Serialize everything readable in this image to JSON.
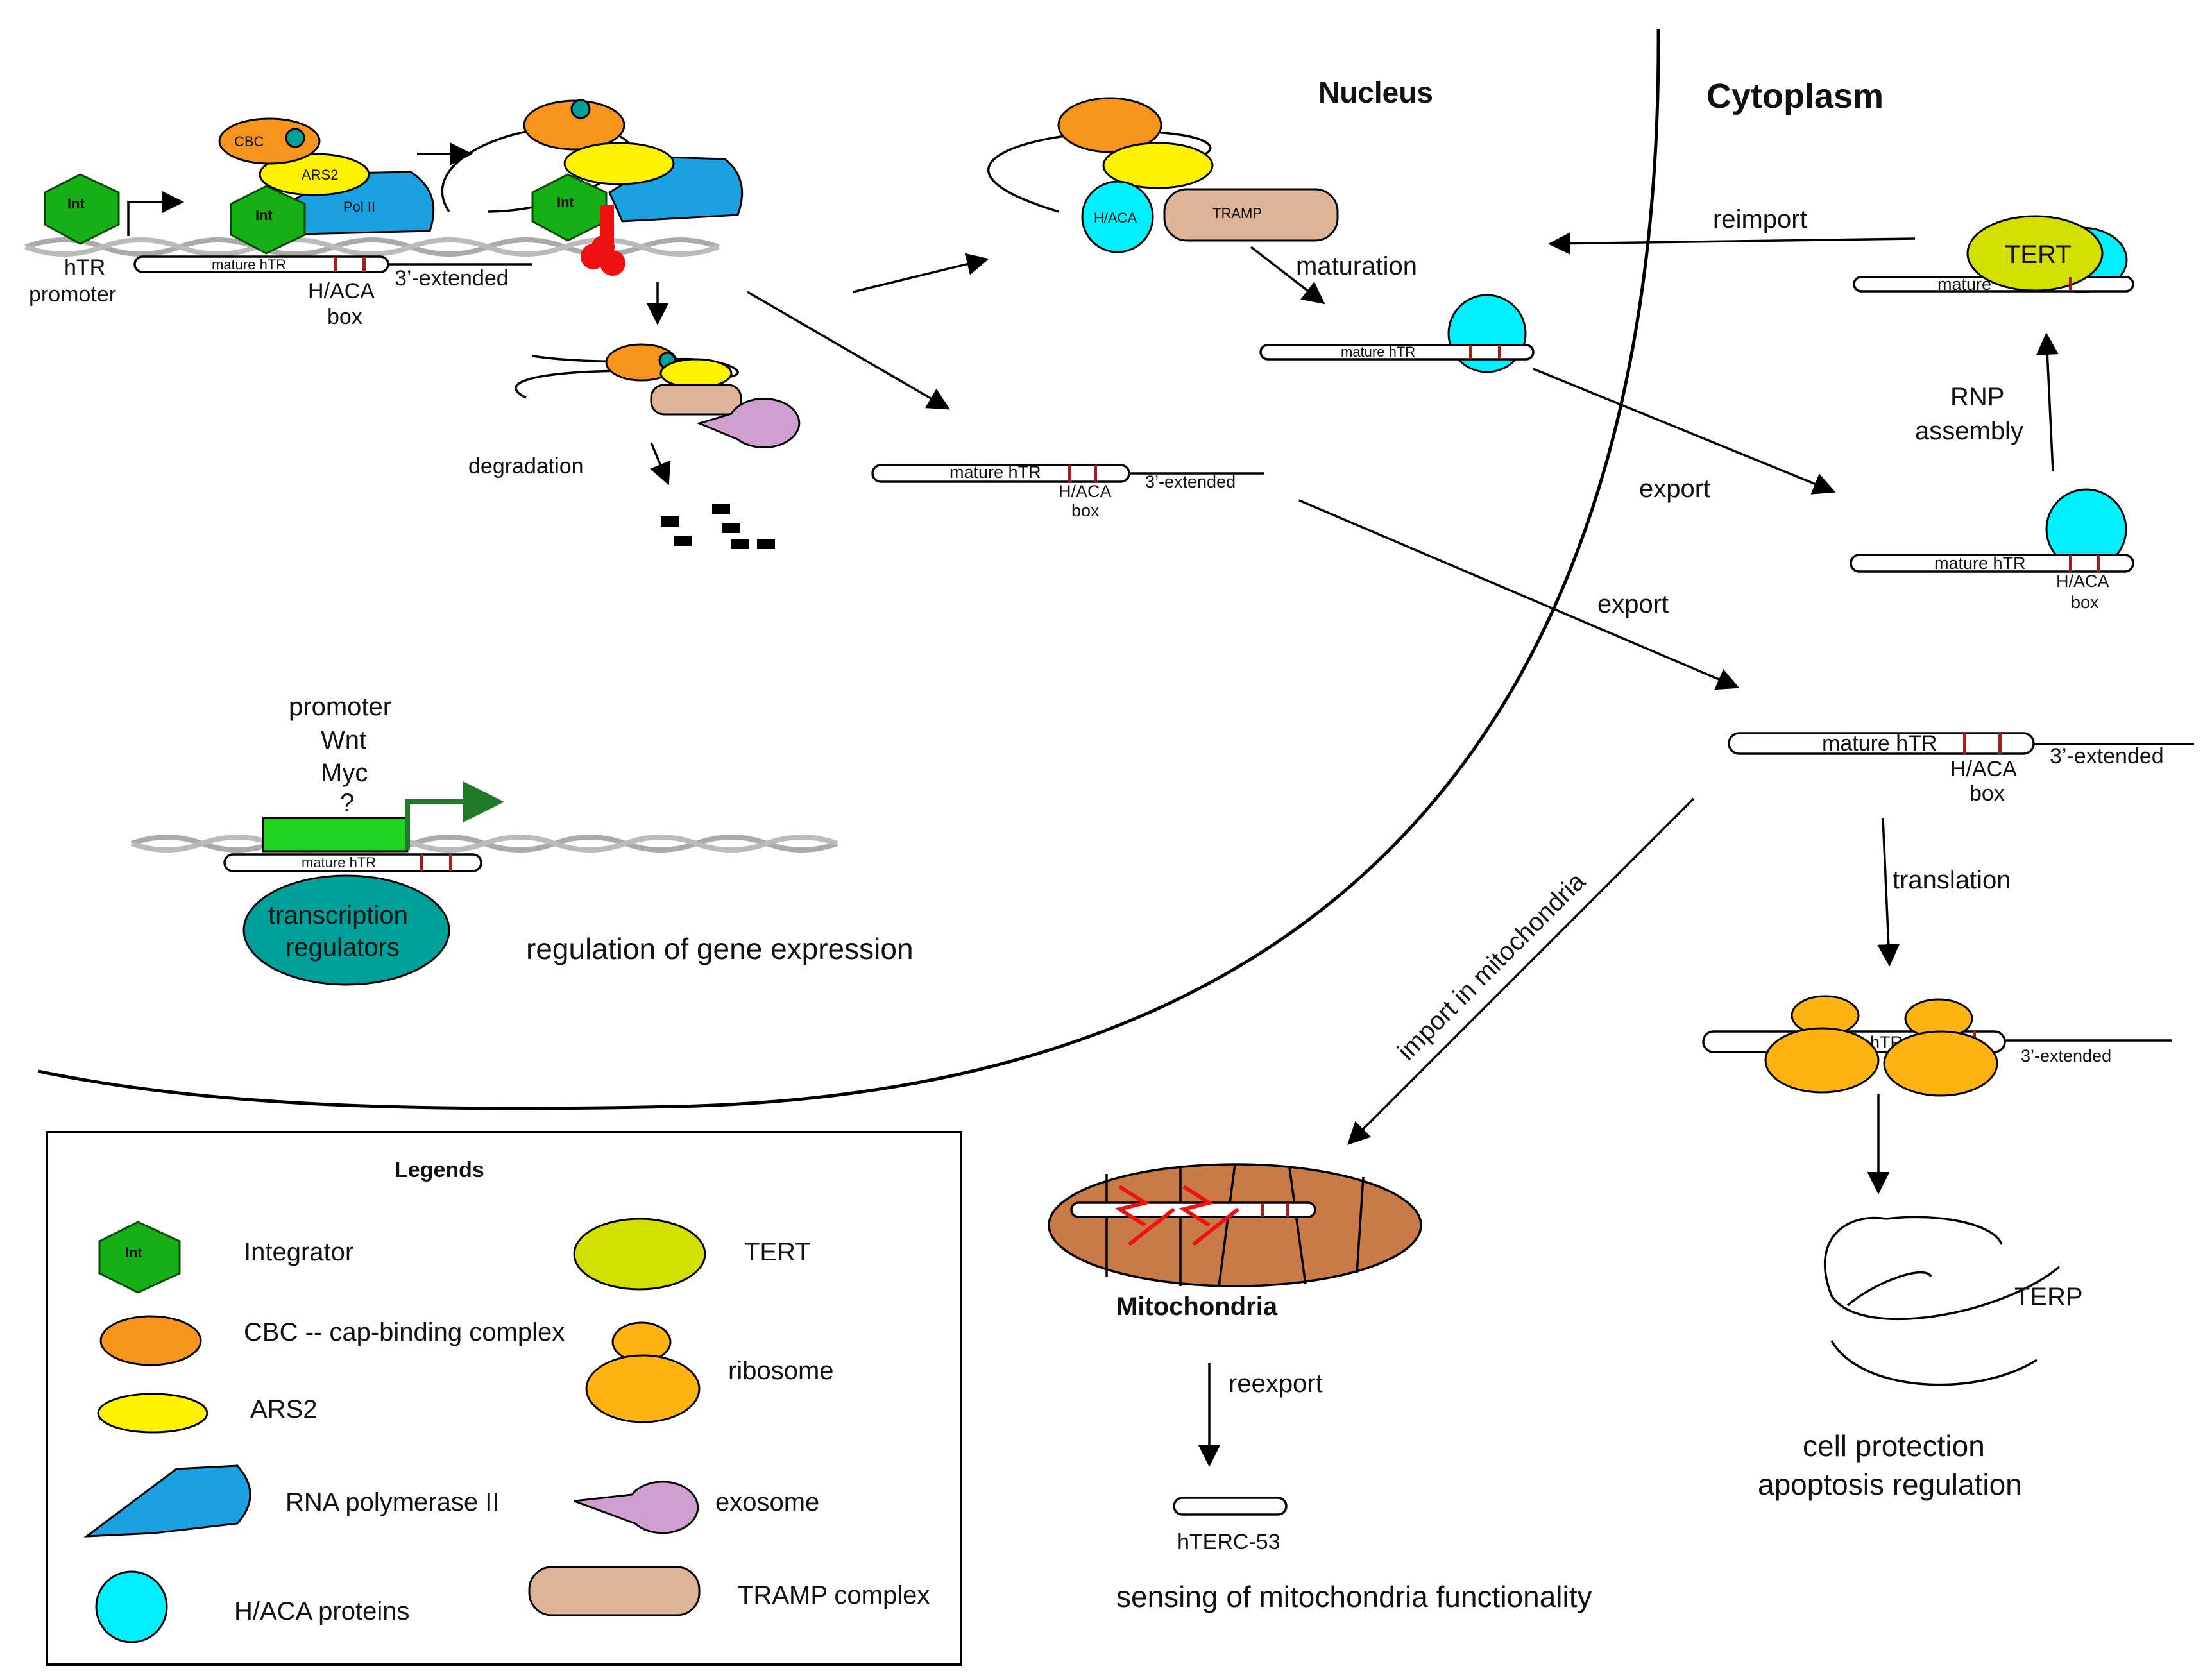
{
  "regions": {
    "nucleus": "Nucleus",
    "cytoplasm": "Cytoplasm"
  },
  "labels": {
    "htr_promoter_1": "hTR",
    "htr_promoter_2": "promoter",
    "haca_box_1": "H/ACA",
    "haca_box_2": "box",
    "three_extended": "3’-extended",
    "mature_htr": "mature hTR",
    "int": "Int",
    "cbc": "CBC",
    "ars2": "ARS2",
    "pol2": "Pol II",
    "haca": "H/ACA",
    "tramp": "TRAMP",
    "tert": "TERT",
    "mature_cut": "mature",
    "htr_cut": "hTR",
    "degradation": "degradation",
    "maturation": "maturation",
    "reimport": "reimport",
    "rnp_assembly_1": "RNP",
    "rnp_assembly_2": "assembly",
    "export_1": "export",
    "export_2": "export",
    "translation": "translation",
    "import_mito": "import in mitochondria",
    "mitochondria": "Mitochondria",
    "reexport": "reexport",
    "hterc53": "hTERC-53",
    "sensing": "sensing of mitochondria functionality",
    "terp": "TERP",
    "cell_protection_1": "cell protection",
    "cell_protection_2": "apoptosis regulation",
    "regulation_promoter": "promoter",
    "regulation_wnt": "Wnt",
    "regulation_myc": "Myc",
    "regulation_q": "?",
    "transcription_regulators_1": "transcription",
    "transcription_regulators_2": "regulators",
    "regulation_gene_expression": "regulation of gene expression"
  },
  "legend": {
    "title": "Legends",
    "integrator": "Integrator",
    "cbc": "CBC -- cap-binding complex",
    "ars2": "ARS2",
    "rnapol2": "RNA polymerase II",
    "haca_proteins": "H/ACA proteins",
    "tert": "TERT",
    "ribosome": "ribosome",
    "exosome": "exosome",
    "tramp": "TRAMP complex"
  },
  "colors": {
    "integrator": "#16b016",
    "cbc": "#f7941d",
    "ars2": "#fff200",
    "polII": "#1ba1e2",
    "haca": "#00f0ff",
    "tramp": "#ddb497",
    "exosome": "#cf9fd0",
    "tert": "#d2df00",
    "ribosome": "#fdb413",
    "mitochondria": "#c87a47",
    "transcription_regulators": "#00a09a",
    "promoter_box": "#1fd21f",
    "promoter_arrow": "#1f7a2a",
    "haca_box_mark": "#a02020",
    "stall": "#ee1111"
  },
  "icons": {
    "integrator": "green-hexagon-icon",
    "cbc": "orange-ellipse-icon",
    "ars2": "yellow-ellipse-icon",
    "rnapol2": "blue-polygon-icon",
    "haca": "cyan-circle-icon",
    "tert": "lime-ellipse-icon",
    "ribosome": "orange-two-subunit-icon",
    "exosome": "pacman-icon",
    "tramp": "tan-rounded-rect-icon"
  }
}
